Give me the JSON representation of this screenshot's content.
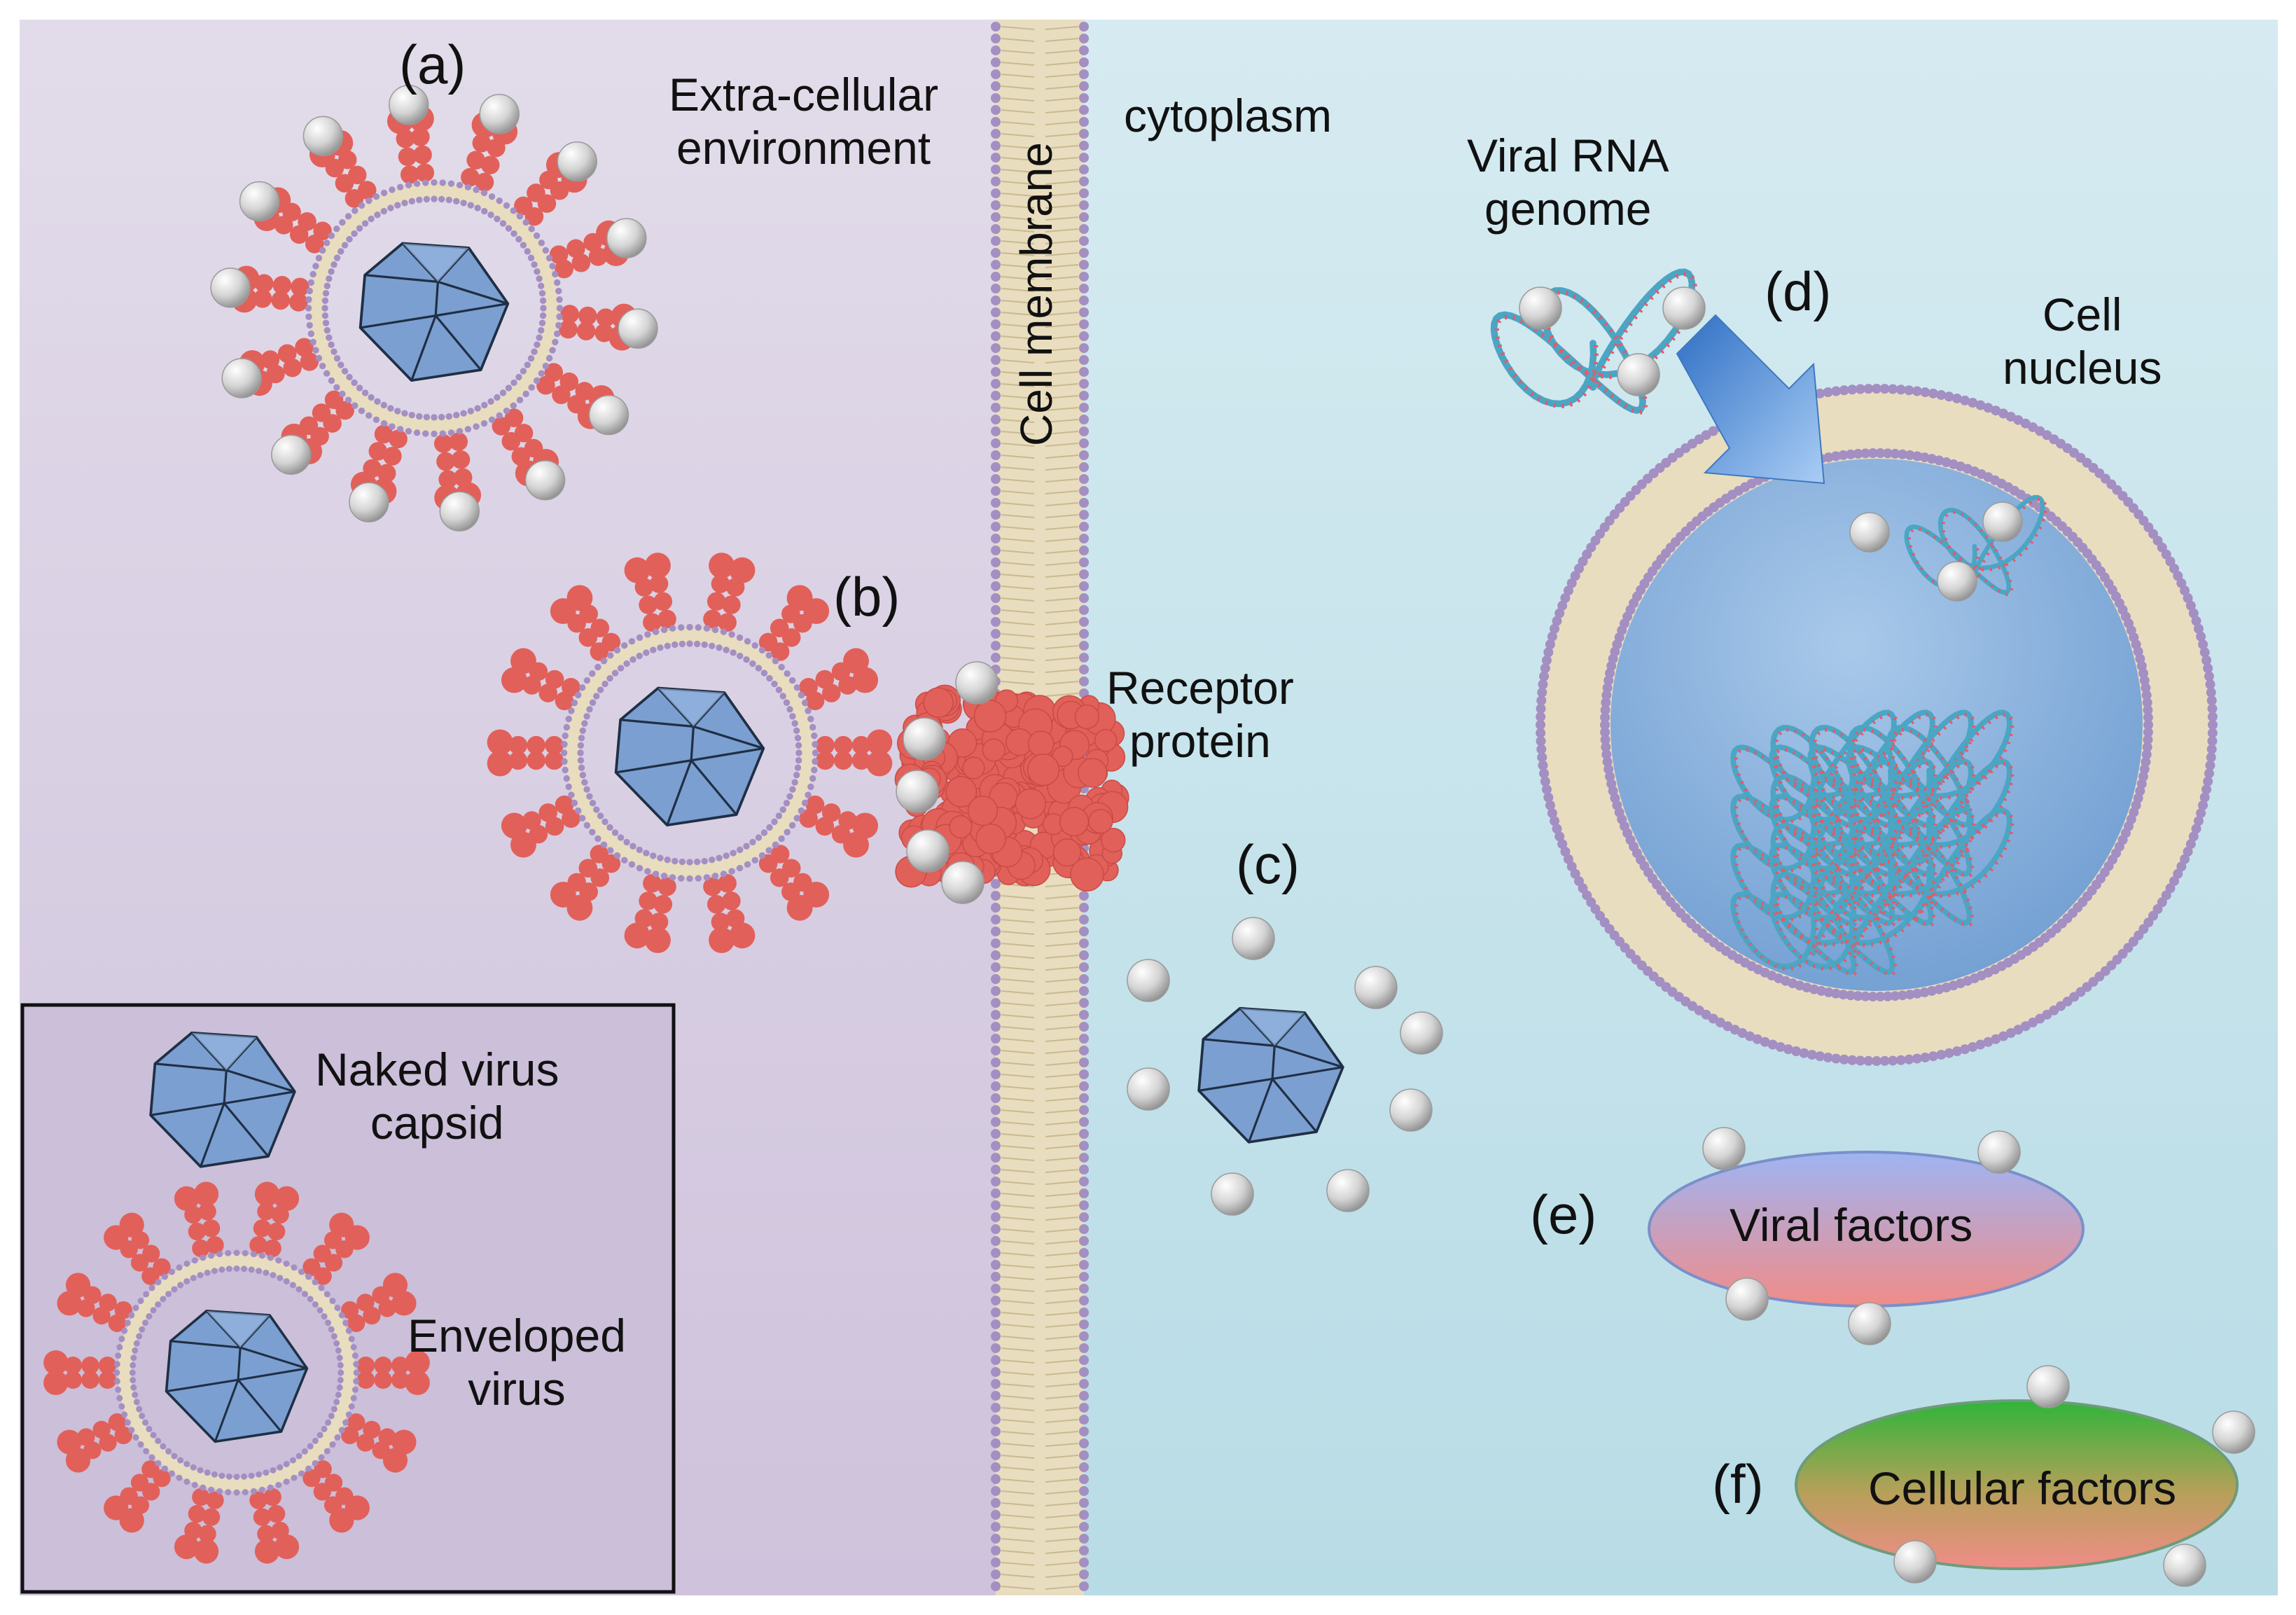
{
  "figure": {
    "extra_cellular_label": [
      "Extra-cellular",
      "environment"
    ],
    "cytoplasm_label": "cytoplasm",
    "membrane_label": "Cell membrane",
    "panel_labels": {
      "a": "(a)",
      "b": "(b)",
      "c": "(c)",
      "d": "(d)",
      "e": "(e)",
      "f": "(f)"
    },
    "viral_rna_label": [
      "Viral RNA",
      "genome"
    ],
    "nucleus_label": [
      "Cell",
      "nucleus"
    ],
    "receptor_label": [
      "Receptor",
      "protein"
    ],
    "viral_factors_label": "Viral factors",
    "cellular_factors_label": "Cellular factors"
  },
  "legend": {
    "naked_label": [
      "Naked virus",
      "capsid"
    ],
    "enveloped_label": [
      "Enveloped",
      "virus"
    ]
  },
  "colors": {
    "extracellular_bg": "#dcd4e6",
    "cytoplasm_bg": "#c4e2ea",
    "membrane_head": "#a38fc2",
    "membrane_tail": "#e9ddbf",
    "spike": "#e2605a",
    "capsid": "#7b9fd0",
    "capsid_edge": "#1f2f45",
    "sphere": "#d2d2d2",
    "rna": "#4aa6c4",
    "nucleus_inner": "#7aa7d6",
    "arrow": "#4f8fd6",
    "viral_factors_top": "#9fb4f4",
    "viral_factors_bottom": "#f08c88",
    "cellular_factors_top": "#2fb53a",
    "cellular_factors_bottom": "#f08c88"
  }
}
